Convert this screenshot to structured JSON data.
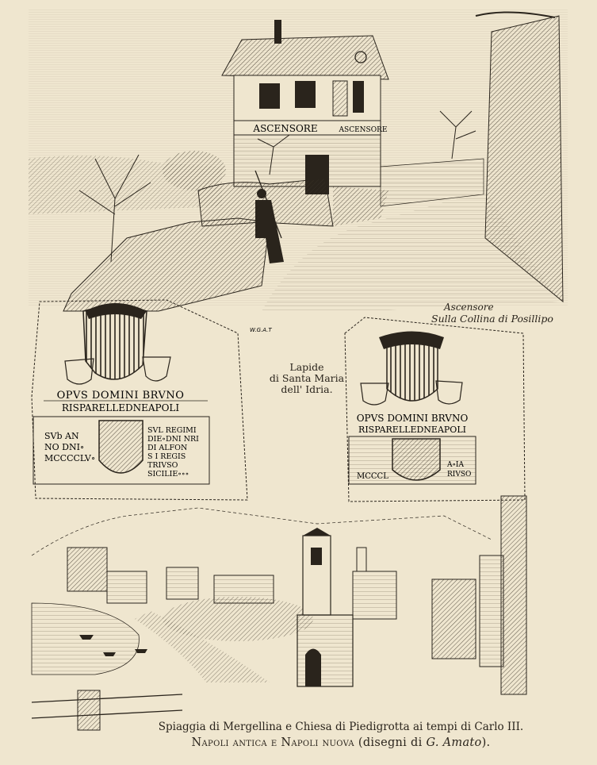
{
  "top_scene": {
    "building_sign": "ASCENSORE",
    "building_sign_side": "ASCENSORE",
    "caption_line1": "Ascensore",
    "caption_line2": "Sulla Collina di Posillipo",
    "signature": "W.G.A.T"
  },
  "middle_plaques": {
    "center_label": [
      "Lapide",
      "di Santa Maria",
      "dell' Idria."
    ],
    "left_plaque": {
      "line1": "OPVS DOMINI BRVNO",
      "line2": "RISPARELLEDNEAPOLI",
      "left_col": [
        "SVb AN",
        "NO DNI∘",
        "MCCCCLV∘"
      ],
      "right_col": [
        "SVL REGIMI",
        "DIE∘DNI NRI",
        "DI ALFON",
        "S I REGIS",
        "TRIVSO",
        "SICILIE∘∘∘"
      ]
    },
    "right_plaque": {
      "line1": "OPVS DOMINI BRVNO",
      "line2": "RISPARELLEDNEAPOLI",
      "left_col": [
        "MCCCL"
      ],
      "right_col": [
        "A∘IA",
        "RIVSO"
      ]
    }
  },
  "captions": {
    "line1": "Spiaggia di Mergellina e Chiesa di Piedigrotta ai tempi di Carlo III.",
    "line2_a": "Napoli antica e Napoli nuova",
    "line2_b": " (disegni di ",
    "line2_c": "G. Amato",
    "line2_d": ")."
  },
  "colors": {
    "paper": "#efe6cf",
    "ink": "#2a241c"
  }
}
